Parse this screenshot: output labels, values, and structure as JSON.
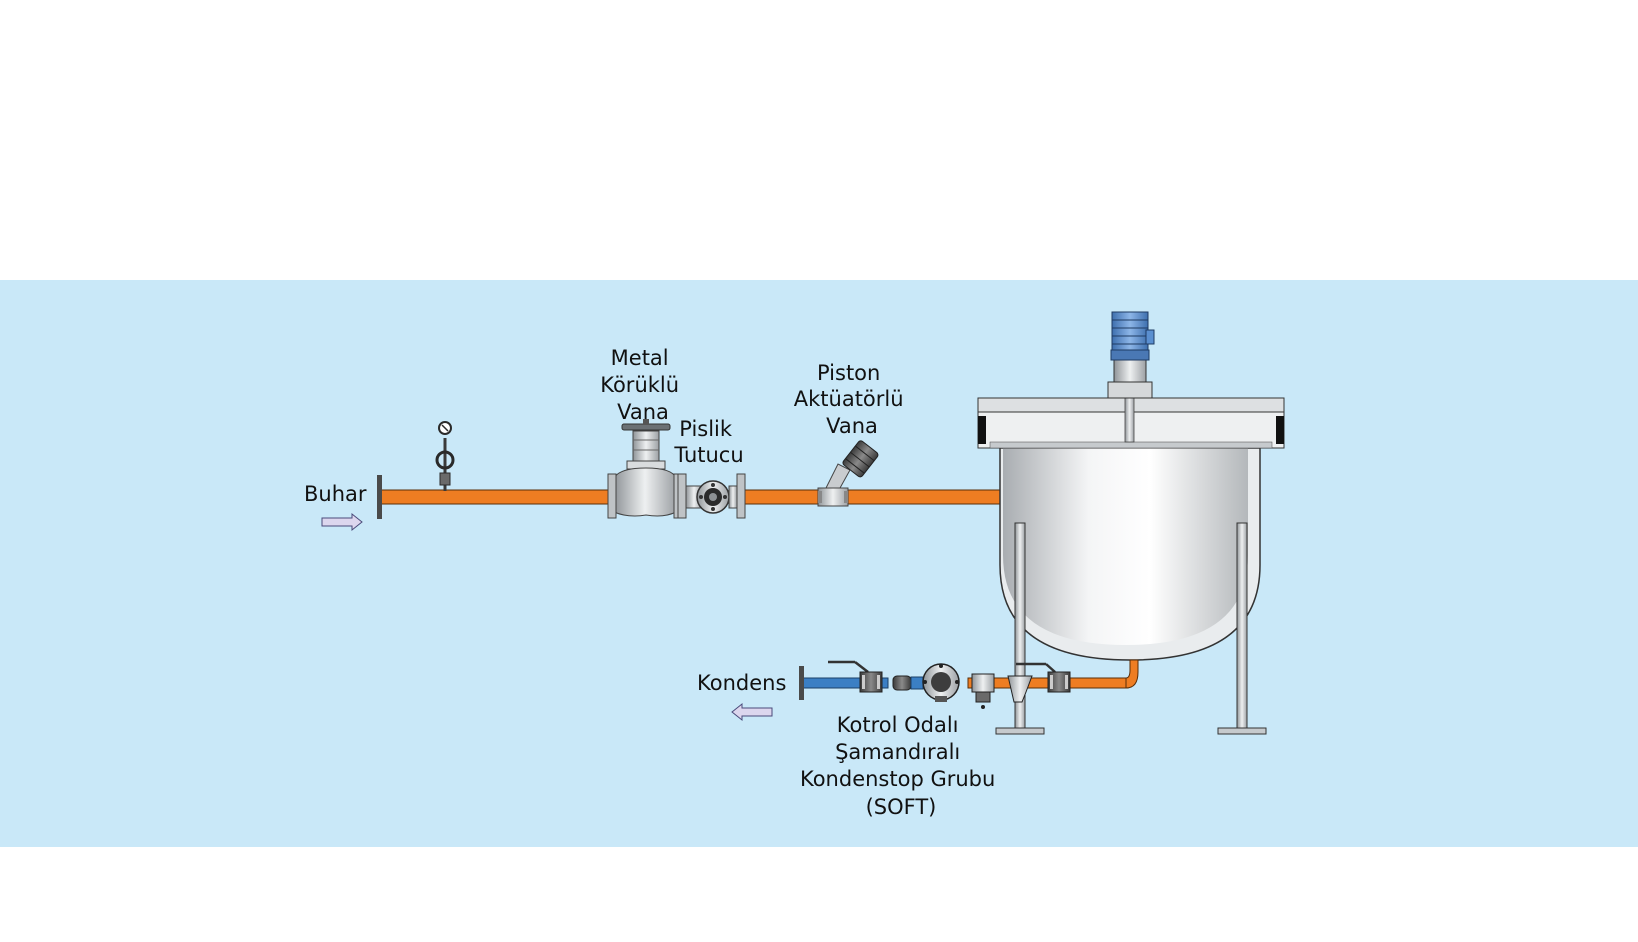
{
  "colors": {
    "panel_background": "#c9e8f8",
    "page_background": "#ffffff",
    "steam_pipe": "#ee7d22",
    "condensate_pipe": "#3b7fc4",
    "tank_metal": "#cfd3d6",
    "motor": "#5a8fd0"
  },
  "labels": {
    "buhar": "Buhar",
    "metal_valve": [
      "Metal",
      "Körüklü",
      "Vana"
    ],
    "strainer": [
      "Pislik",
      "Tutucu"
    ],
    "piston_valve": [
      "Piston",
      "Aktüatörlü",
      "Vana"
    ],
    "kondens": "Kondens",
    "trap_group": [
      "Kotrol Odalı",
      "Şamandıralı",
      "Kondenstop Grubu",
      "(SOFT)"
    ]
  },
  "flow_arrows": {
    "steam_inlet": "right",
    "condensate_outlet": "left"
  },
  "icons": {
    "pressure_gauge": "pressure-gauge-icon",
    "bellows_valve": "globe-valve-icon",
    "strainer": "strainer-icon",
    "piston_valve": "angle-seat-valve-icon",
    "ball_valve": "ball-valve-icon",
    "steam_trap": "float-steam-trap-icon",
    "sight_glass": "sight-glass-icon",
    "motor": "electric-motor-icon",
    "tank": "jacketed-tank-icon"
  }
}
